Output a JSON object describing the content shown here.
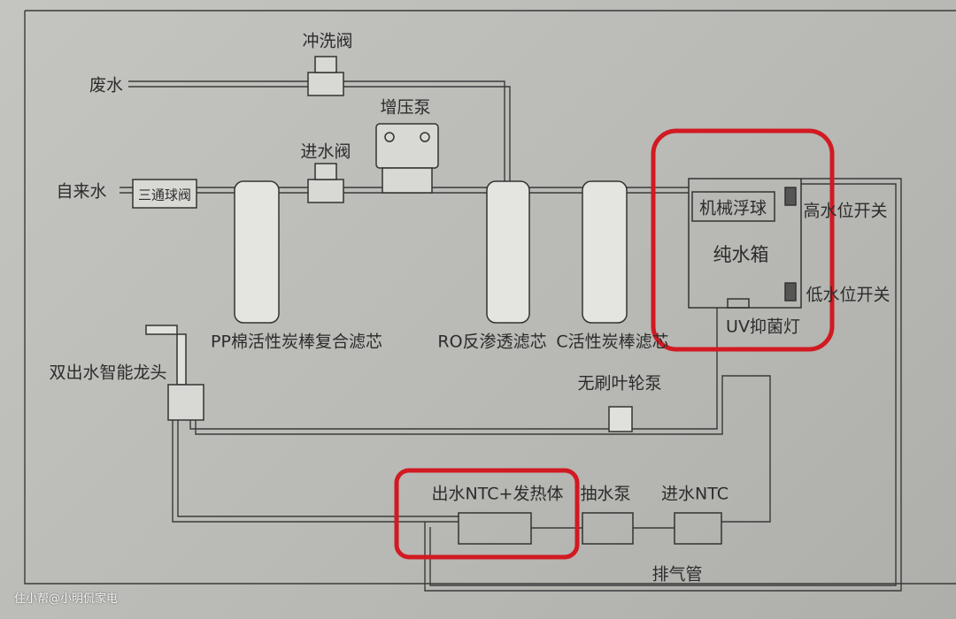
{
  "labels": {
    "waste_water": "废水",
    "flush_valve": "冲洗阀",
    "booster_pump": "增压泵",
    "inlet_valve": "进水阀",
    "tap_water": "自来水",
    "three_way_valve": "三通球阀",
    "pp_filter": "PP棉活性炭棒复合滤芯",
    "ro_filter": "RO反渗透滤芯",
    "c_filter": "C活性炭棒滤芯",
    "float": "机械浮球",
    "pure_tank": "纯水箱",
    "high_switch": "高水位开关",
    "low_switch": "低水位开关",
    "uv_lamp": "UV抑菌灯",
    "faucet": "双出水智能龙头",
    "impeller_pump": "无刷叶轮泵",
    "outlet_ntc_heater": "出水NTC+发热体",
    "draw_pump": "抽水泵",
    "inlet_ntc": "进水NTC",
    "vent_pipe": "排气管"
  },
  "watermark": "住小帮@小明侃家电",
  "colors": {
    "highlight": "#d11a22",
    "line": "#3a3a3a"
  }
}
